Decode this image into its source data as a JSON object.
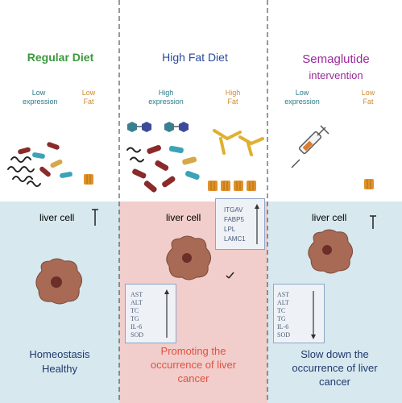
{
  "colors": {
    "regular_title": "#3a9a3a",
    "highfat_title": "#2a4a9a",
    "sema_title": "#9a2a9a",
    "expression_label": "#2a7a8a",
    "fat_label": "#d08a2a",
    "outcome_text": "#1e3a6e",
    "highfat_outcome_text": "#e0523f",
    "regular_bottom_panel": "#d8e8ef",
    "highfat_bottom_panel": "#f1cdcb"
  },
  "columns": {
    "regular": {
      "title": "Regular Diet",
      "expression_label": "Low expression",
      "fat_label": "Low Fat",
      "cell_label": "liver cell",
      "outcome": [
        "Homeostasis",
        "Healthy"
      ]
    },
    "highfat": {
      "title": "High Fat Diet",
      "expression_label": "High expression",
      "fat_label": "High Fat",
      "cell_label": "liver cell",
      "outcome": [
        "Promoting the",
        "occurrence of liver",
        "cancer"
      ]
    },
    "sema": {
      "title_line1": "Semaglutide",
      "title_line2": "intervention",
      "expression_label": "Low expression",
      "fat_label": "Low Fat",
      "cell_label": "liver cell",
      "outcome": [
        "Slow down the",
        "occurrence of liver",
        "cancer"
      ]
    }
  },
  "markers": {
    "genes": [
      "ITGAV",
      "FABP5",
      "LPL",
      "LAMC1"
    ],
    "serum": [
      "AST",
      "ALT",
      "TC",
      "TG",
      "IL-6",
      "SOD"
    ]
  }
}
